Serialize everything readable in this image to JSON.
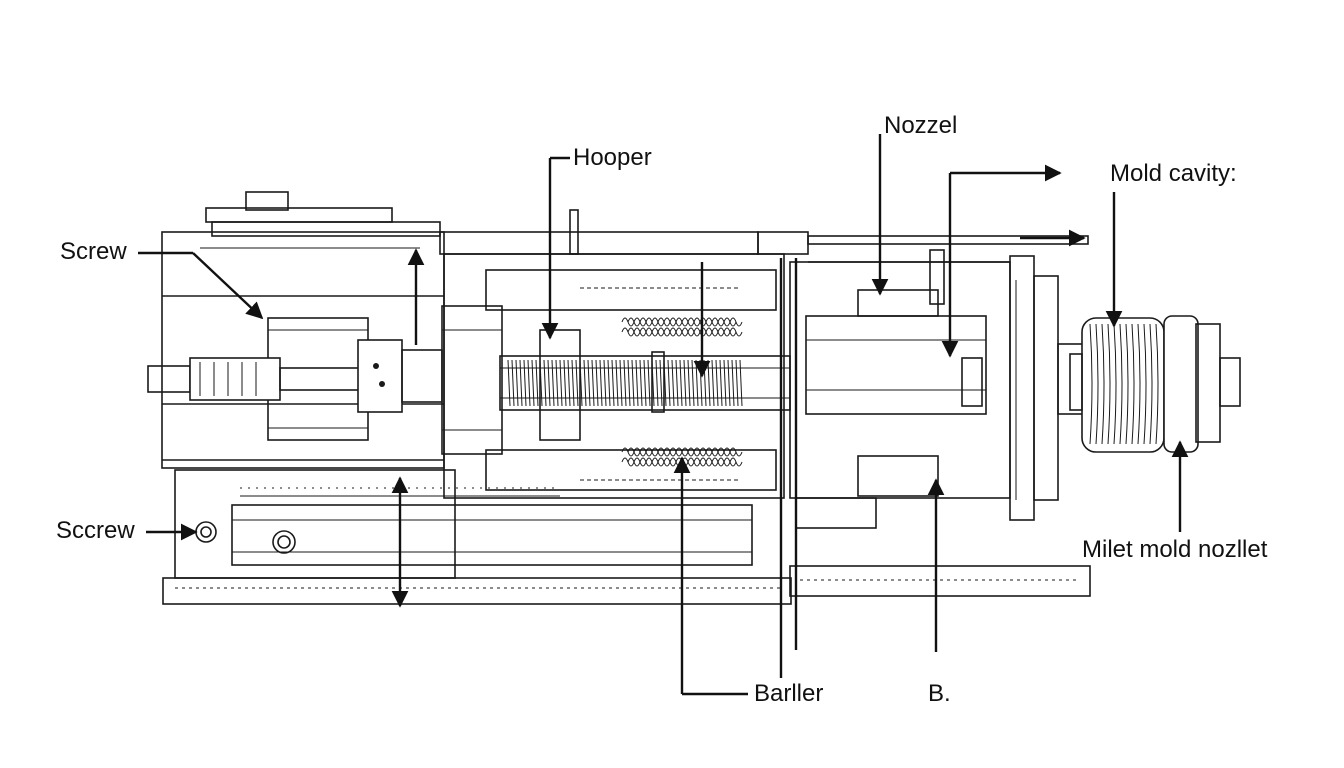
{
  "labels": {
    "screw_top": "Screw",
    "screw_bottom": "Sccrew",
    "hooper": "Hooper",
    "nozzel": "Nozzel",
    "mold_cavity": "Mold cavity:",
    "milet_mold_nozzlet": "Milet mold nozllet",
    "barller": "Barller",
    "b": "B."
  },
  "colors": {
    "ink": "#1a1a1a",
    "background": "#ffffff"
  }
}
